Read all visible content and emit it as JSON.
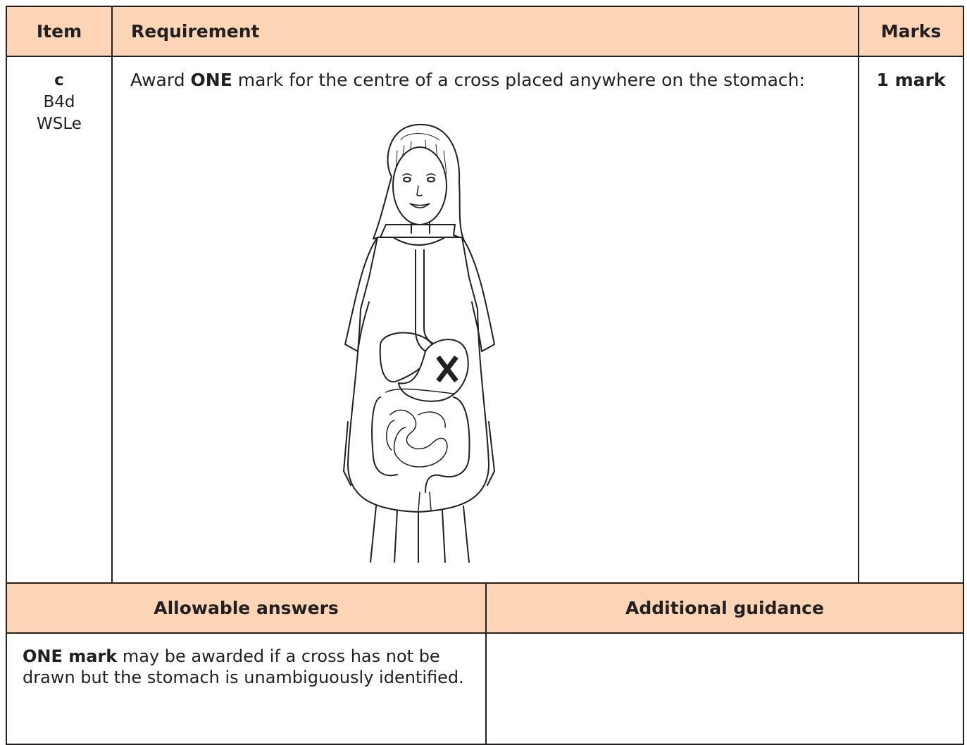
{
  "header": {
    "item": "Item",
    "requirement": "Requirement",
    "marks": "Marks"
  },
  "row": {
    "item_letter": "c",
    "item_ref1": "B4d",
    "item_ref2": "WSLe",
    "requirement_prefix": "Award ",
    "requirement_bold": "ONE",
    "requirement_suffix": " mark for the centre of a cross placed anywhere on the stomach:",
    "marks": "1 mark",
    "figure_icon": "girl-digestive-system-illustration-with-cross-on-stomach"
  },
  "answers_header": {
    "allowable": "Allowable answers",
    "guidance": "Additional guidance"
  },
  "answers": {
    "allowable_bold": "ONE mark",
    "allowable_text": " may be awarded if a cross has not be drawn but the stomach is unambiguously identified.",
    "guidance_text": ""
  },
  "colors": {
    "header_fill": "#fbd5b5",
    "border": "#231f20"
  }
}
